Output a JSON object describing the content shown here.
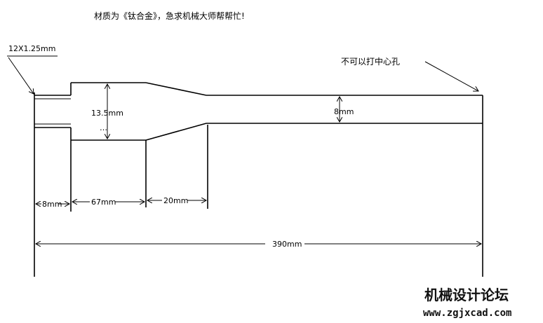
{
  "header": {
    "question": "材质为《钛合金》，急求机械大师帮帮忙!"
  },
  "drawing": {
    "thread_spec": "12X1.25mm",
    "no_center_hole_note": "不可以打中心孔",
    "diameter_large": "13.5mm",
    "diameter_small": "8mm",
    "len_thread": "8mm",
    "len_body": "67mm",
    "len_taper": "20mm",
    "len_total": "390mm",
    "dots": "…"
  },
  "watermark": {
    "title": "机械设计论坛",
    "url": "www.zgjxcad.com"
  }
}
